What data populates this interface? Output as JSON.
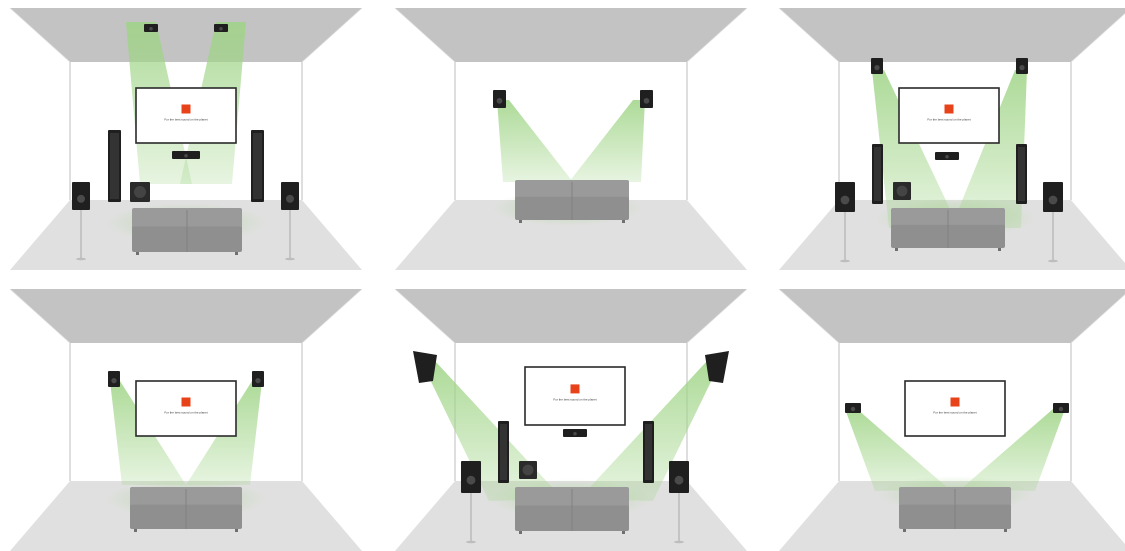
{
  "colors": {
    "ceiling": "#c3c3c3",
    "floor": "#e0e0e0",
    "wall": "#ffffff",
    "wall_edge": "#c9c9c9",
    "beam": "#9fd486",
    "speaker": "#1f1f1f",
    "sofa": "#8f8f8f",
    "screen_frame": "#2a2a2a",
    "logo": "#e8421a"
  },
  "panels": [
    {
      "id": "overhead-ceiling-atmos",
      "screen_caption": "For the best sound on the planet",
      "has_screen": true,
      "has_center": true,
      "has_towers": true,
      "has_surrounds": true,
      "has_sub": true,
      "height_speakers": "ceiling"
    },
    {
      "id": "rear-height-pair",
      "screen_caption": "",
      "has_screen": false,
      "has_center": false,
      "has_towers": false,
      "has_surrounds": false,
      "has_sub": false,
      "height_speakers": "front-wall-high"
    },
    {
      "id": "front-height-with-full-system",
      "screen_caption": "For the best sound on the planet",
      "has_screen": true,
      "has_center": true,
      "has_towers": true,
      "has_surrounds": true,
      "has_sub": true,
      "height_speakers": "front-wall-top"
    },
    {
      "id": "front-height-pair",
      "screen_caption": "For the best sound on the planet",
      "has_screen": true,
      "has_center": false,
      "has_towers": false,
      "has_surrounds": false,
      "has_sub": false,
      "height_speakers": "front-wall-mid"
    },
    {
      "id": "angled-wall-full-system",
      "screen_caption": "For the best sound on the planet",
      "has_screen": true,
      "has_center": true,
      "has_towers": true,
      "has_surrounds": true,
      "has_sub": true,
      "height_speakers": "angled-upper-corners"
    },
    {
      "id": "on-wall-pair",
      "screen_caption": "For the best sound on the planet",
      "has_screen": true,
      "has_center": false,
      "has_towers": false,
      "has_surrounds": false,
      "has_sub": false,
      "height_speakers": "side-wall-on-wall"
    }
  ]
}
